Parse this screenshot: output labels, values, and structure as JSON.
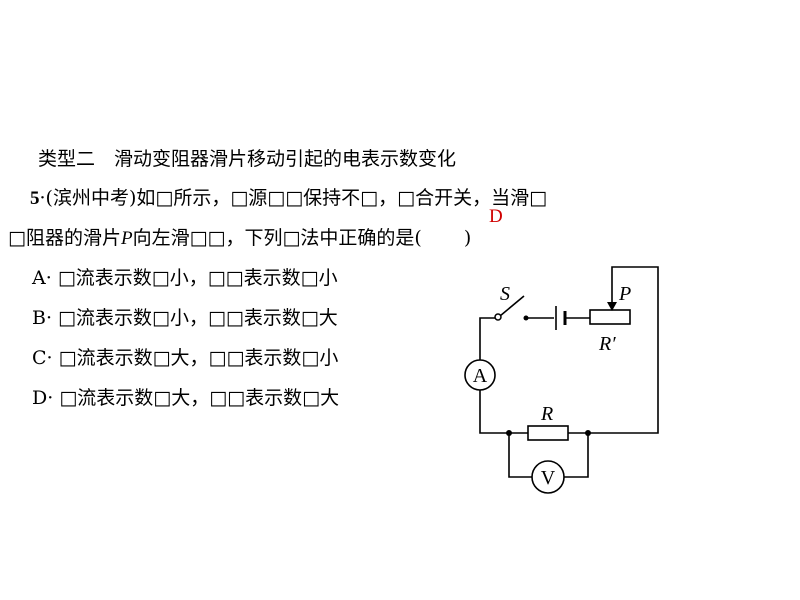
{
  "section_title": "类型二　滑动变阻器滑片移动引起的电表示数变化",
  "question": {
    "number": "5",
    "dot": "·",
    "line1": "(滨州中考)如□所示，□源□□保持不□，□合开关，当滑□",
    "line2_a": "□阻器的滑片",
    "line2_var": "P",
    "line2_b": "向左滑□□，下列□法中正确的是(",
    "line2_close": ")",
    "answer": "D"
  },
  "options": [
    {
      "letter": "A",
      "text": "· □流表示数□小，□□表示数□小"
    },
    {
      "letter": "B",
      "text": "· □流表示数□小，□□表示数□大"
    },
    {
      "letter": "C",
      "text": "· □流表示数□大，□□表示数□小"
    },
    {
      "letter": "D",
      "text": "· □流表示数□大，□□表示数□大"
    }
  ],
  "circuit": {
    "switch_label": "S",
    "slider_label": "P",
    "rheostat_label": "R′",
    "resistor_label": "R",
    "ammeter_label": "A",
    "voltmeter_label": "V"
  }
}
